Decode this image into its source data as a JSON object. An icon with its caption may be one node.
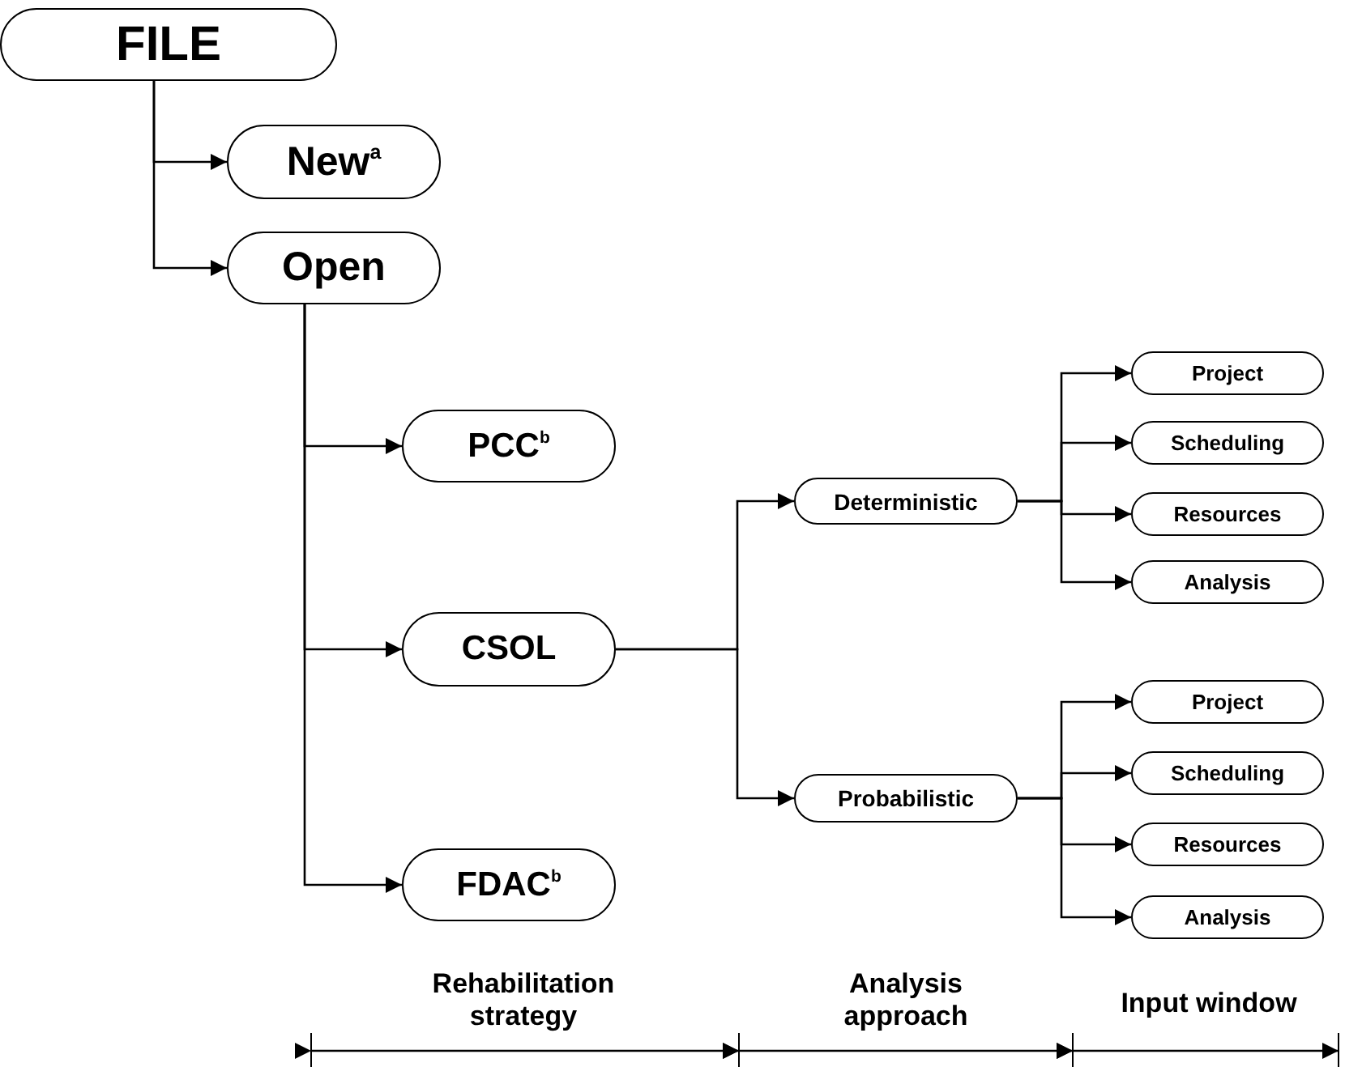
{
  "diagram": {
    "nodes": [
      {
        "text": [
          "FILE"
        ]
      },
      {
        "text": [
          "New$^{a}$"
        ]
      },
      {
        "text": [
          "Open"
        ]
      },
      {
        "text": [
          "PCC$^{b}$"
        ]
      },
      {
        "text": [
          "CSOL"
        ]
      },
      {
        "text": [
          "FDAC$^{b}$"
        ]
      },
      {
        "text": [
          "Deterministic"
        ]
      },
      {
        "text": [
          "Probabilistic"
        ]
      },
      {
        "text": [
          "Project"
        ]
      },
      {
        "text": [
          "Scheduling"
        ]
      },
      {
        "text": [
          "Resources"
        ]
      },
      {
        "text": [
          "Analysis"
        ]
      },
      {
        "text": [
          "Project"
        ]
      },
      {
        "text": [
          "Scheduling"
        ]
      },
      {
        "text": [
          "Resources"
        ]
      },
      {
        "text": [
          "Analysis"
        ]
      }
    ],
    "edges": [
      {
        "from": 0,
        "to": 1,
        "arrow": "to"
      },
      {
        "from": 0,
        "to": 2,
        "arrow": "to"
      },
      {
        "from": 2,
        "to": 3,
        "arrow": "to"
      },
      {
        "from": 2,
        "to": 4,
        "arrow": "to"
      },
      {
        "from": 2,
        "to": 5,
        "arrow": "to"
      },
      {
        "from": 4,
        "to": 6,
        "arrow": "to"
      },
      {
        "from": 4,
        "to": 7,
        "arrow": "to"
      },
      {
        "from": 6,
        "to": 8,
        "arrow": "to"
      },
      {
        "from": 6,
        "to": 9,
        "arrow": "to"
      },
      {
        "from": 6,
        "to": 10,
        "arrow": "to"
      },
      {
        "from": 6,
        "to": 11,
        "arrow": "to"
      },
      {
        "from": 7,
        "to": 12,
        "arrow": "to"
      },
      {
        "from": 7,
        "to": 13,
        "arrow": "to"
      },
      {
        "from": 7,
        "to": 14,
        "arrow": "to"
      },
      {
        "from": 7,
        "to": 15,
        "arrow": "to"
      }
    ],
    "labels": [
      "Rehabilitation strategy",
      "Analysis approach",
      "Input window"
    ]
  }
}
